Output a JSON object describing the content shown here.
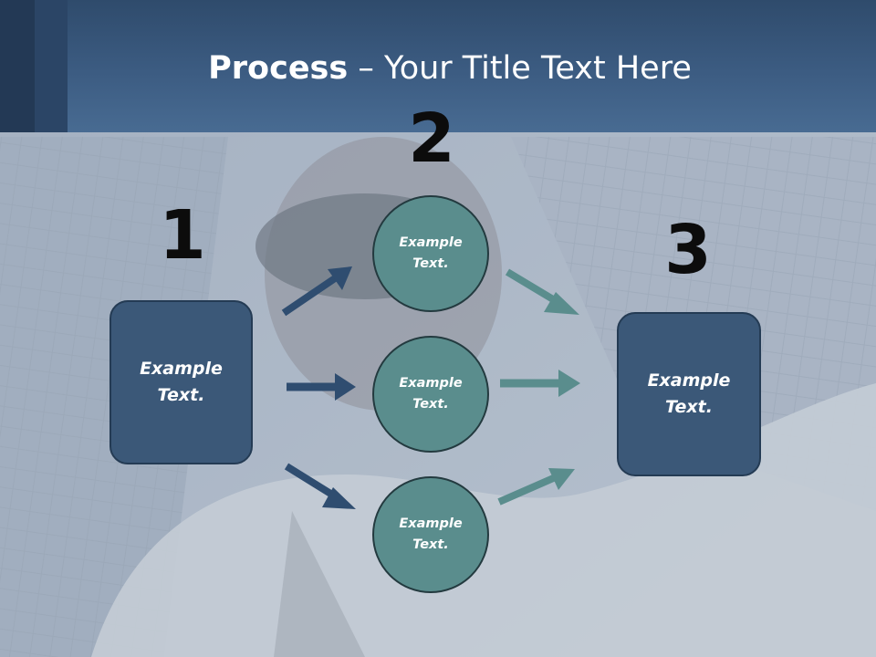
{
  "title": {
    "bold": "Process",
    "rest": " – Your Title Text Here"
  },
  "steps": {
    "one": "1",
    "two": "2",
    "three": "3"
  },
  "left_box": {
    "text": "Example Text."
  },
  "circles": [
    {
      "text": "Example Text."
    },
    {
      "text": "Example Text."
    },
    {
      "text": "Example Text."
    }
  ],
  "right_box": {
    "text": "Example Text."
  },
  "colors": {
    "header": "#3c5c82",
    "box_fill": "#3b5878",
    "circle_fill": "#5a8d8d",
    "arrow_dark": "#2f4d70",
    "arrow_teal": "#5a8d8d"
  }
}
